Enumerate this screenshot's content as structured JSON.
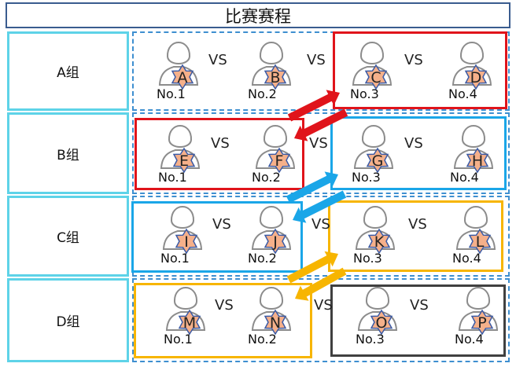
{
  "title": "比赛赛程",
  "vs_label": "VS",
  "colors": {
    "red": "#e0141b",
    "blue": "#1aa6e8",
    "yellow": "#f7b500",
    "dark": "#404040",
    "cyan": "#5ed3e8",
    "star_fill": "#f5b08a",
    "star_stroke": "#3a5aa5",
    "person_stroke": "#8c8c8c"
  },
  "groups": [
    {
      "label": "A组",
      "players": [
        {
          "letter": "A",
          "seed": "No.1"
        },
        {
          "letter": "B",
          "seed": "No.2"
        },
        {
          "letter": "C",
          "seed": "No.3"
        },
        {
          "letter": "D",
          "seed": "No.4"
        }
      ]
    },
    {
      "label": "B组",
      "players": [
        {
          "letter": "E",
          "seed": "No.1"
        },
        {
          "letter": "F",
          "seed": "No.2"
        },
        {
          "letter": "G",
          "seed": "No.3"
        },
        {
          "letter": "H",
          "seed": "No.4"
        }
      ]
    },
    {
      "label": "C组",
      "players": [
        {
          "letter": "I",
          "seed": "No.1"
        },
        {
          "letter": "J",
          "seed": "No.2"
        },
        {
          "letter": "K",
          "seed": "No.3"
        },
        {
          "letter": "L",
          "seed": "No.4"
        }
      ]
    },
    {
      "label": "D组",
      "players": [
        {
          "letter": "M",
          "seed": "No.1"
        },
        {
          "letter": "N",
          "seed": "No.2"
        },
        {
          "letter": "O",
          "seed": "No.3"
        },
        {
          "letter": "P",
          "seed": "No.4"
        }
      ]
    }
  ]
}
